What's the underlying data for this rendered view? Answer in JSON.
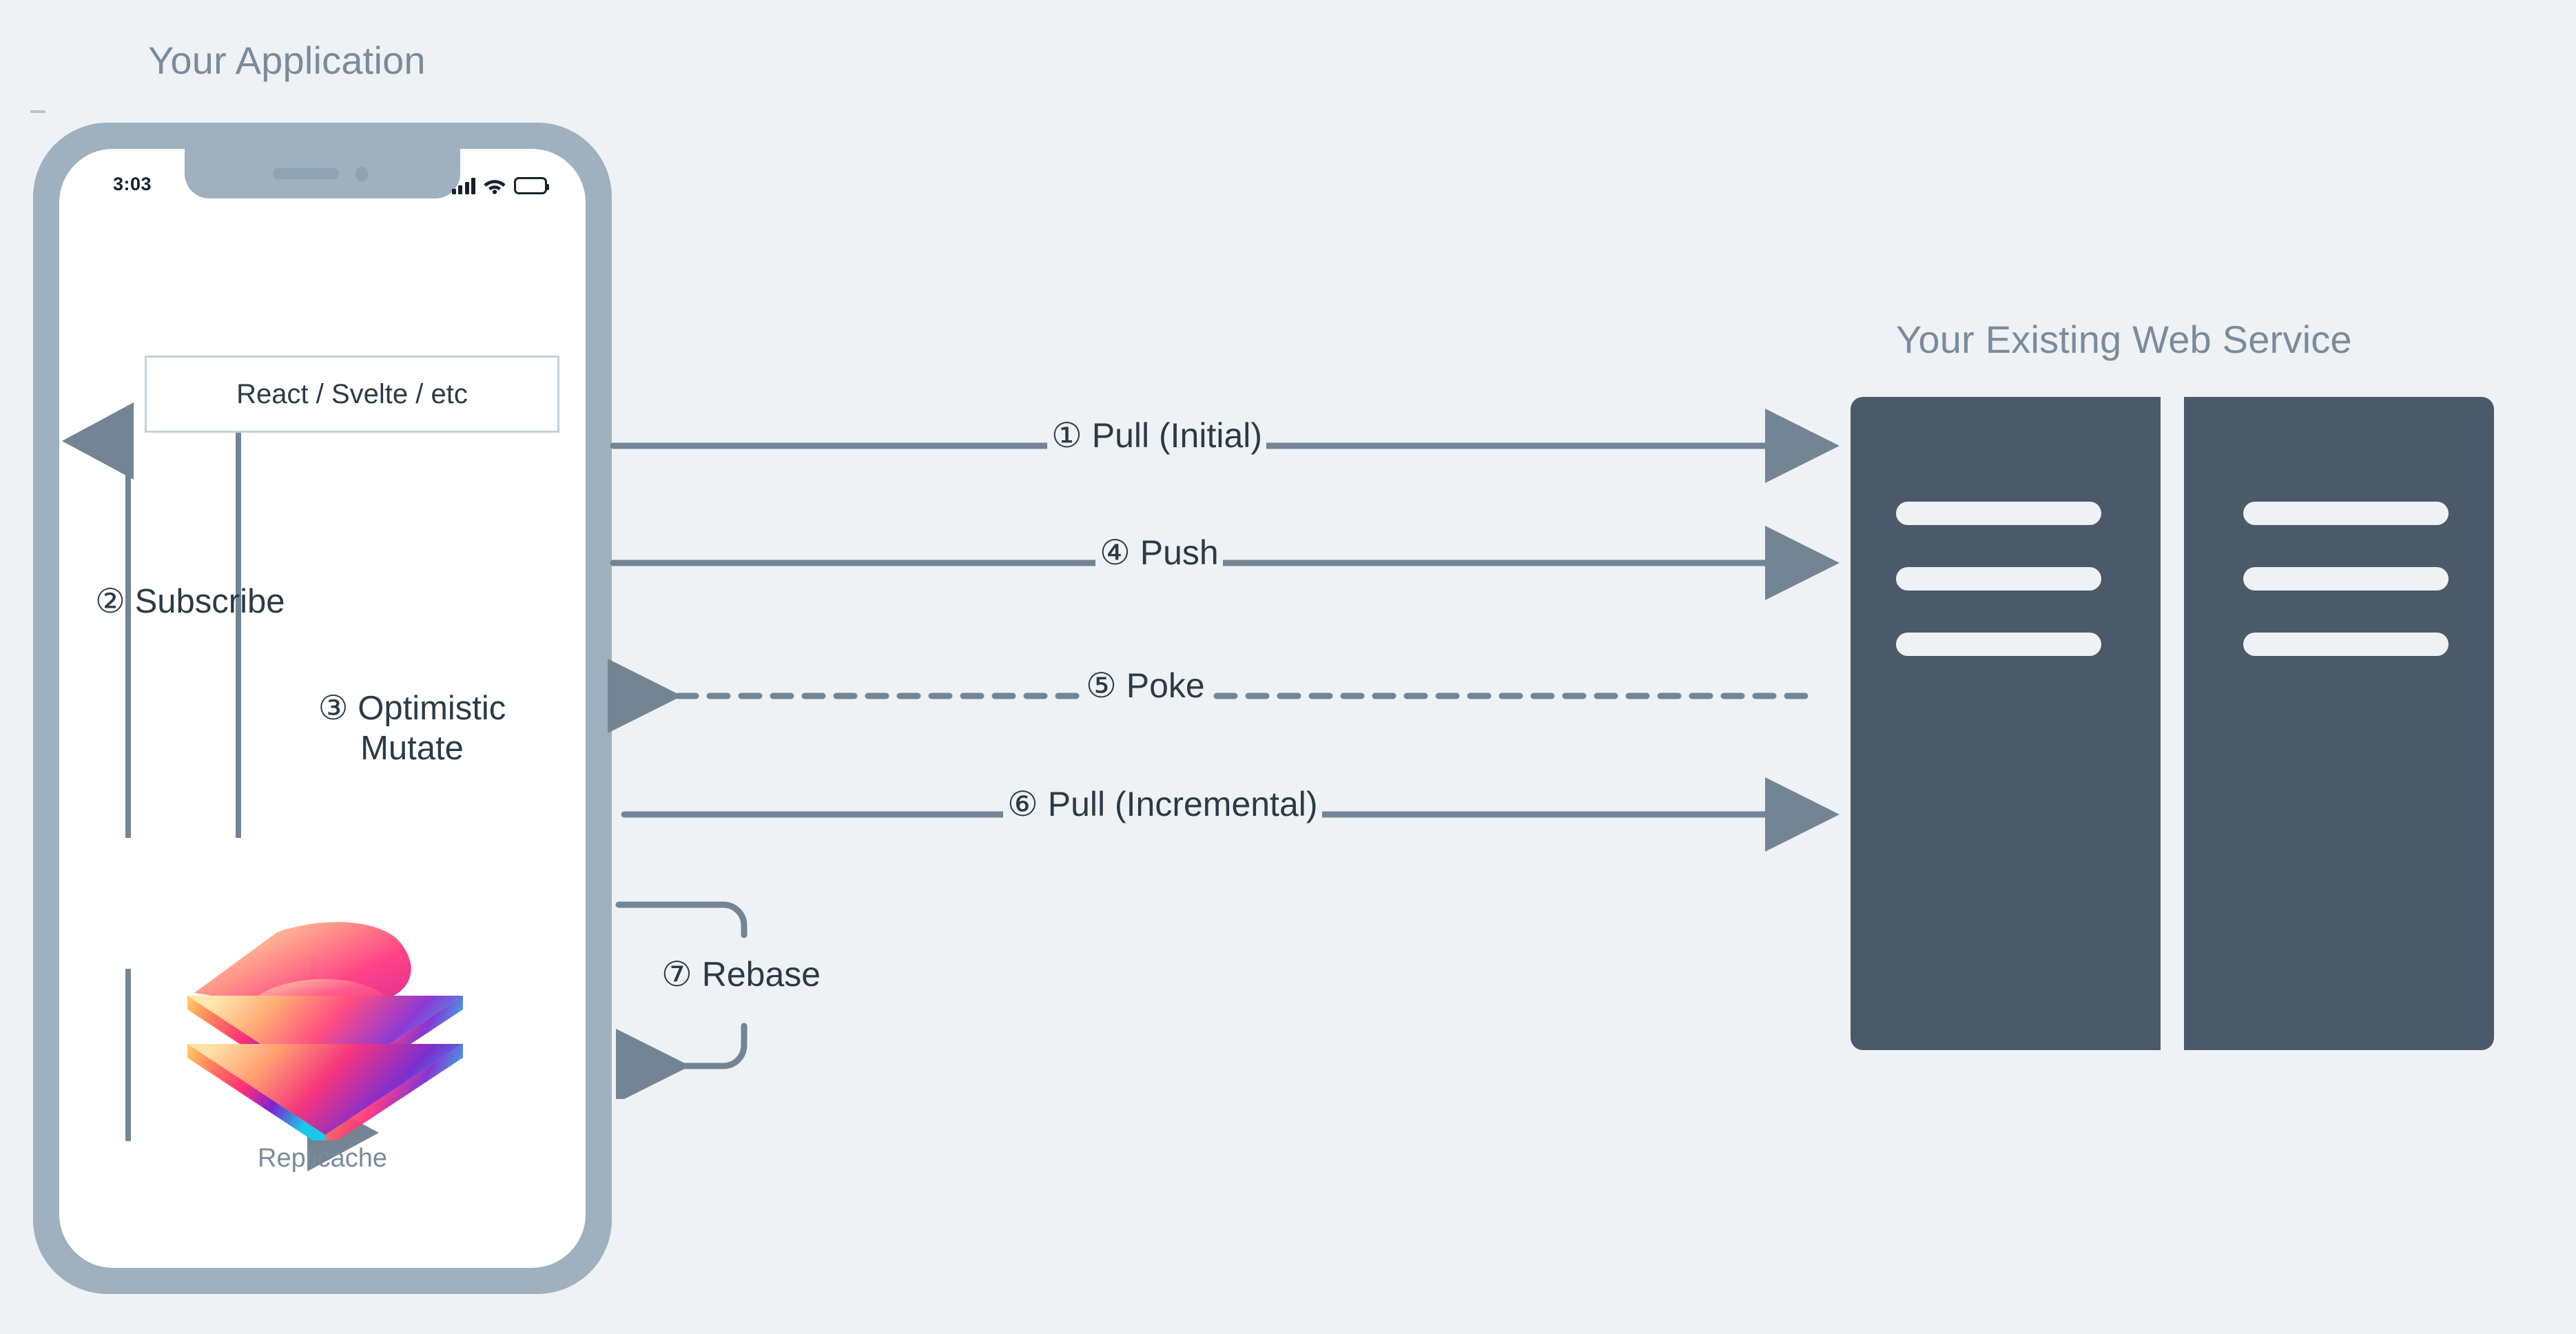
{
  "colors": {
    "background": "#eef2f5",
    "phone_frame": "#9fb0be",
    "phone_screen": "#ffffff",
    "heading_text": "#7a8b9b",
    "body_text": "#2c3a47",
    "arrow": "#738594",
    "server_fill": "#4b5a68",
    "server_bar": "#eef2f5",
    "box_border": "#c3d0da"
  },
  "app": {
    "heading": "Your Application",
    "phone": {
      "status_time": "3:03",
      "status_icons": [
        "signal-icon",
        "wifi-icon",
        "battery-icon"
      ],
      "framework_box_label": "React / Svelte / etc",
      "logo_caption": "Replicache"
    },
    "inner_flows": [
      {
        "id": "subscribe",
        "number": "②",
        "label": "Subscribe",
        "direction": "up"
      },
      {
        "id": "optimistic-mutate",
        "number": "③",
        "label": "Optimistic Mutate",
        "direction": "down"
      }
    ]
  },
  "service": {
    "heading": "Your Existing Web Service",
    "racks": [
      {
        "id": "rack-left",
        "bars": 3
      },
      {
        "id": "rack-right",
        "bars": 3
      }
    ]
  },
  "flows": [
    {
      "id": "pull-initial",
      "number": "①",
      "label": "Pull (Initial)",
      "full": "① Pull (Initial)",
      "direction": "right",
      "style": "solid"
    },
    {
      "id": "push",
      "number": "④",
      "label": "Push",
      "full": "④ Push",
      "direction": "right",
      "style": "solid"
    },
    {
      "id": "poke",
      "number": "⑤",
      "label": "Poke",
      "full": "⑤ Poke",
      "direction": "left",
      "style": "dashed"
    },
    {
      "id": "pull-incremental",
      "number": "⑥",
      "label": "Pull (Incremental)",
      "full": "⑥ Pull (Incremental)",
      "direction": "right",
      "style": "solid"
    },
    {
      "id": "rebase",
      "number": "⑦",
      "label": "Rebase",
      "full": "⑦ Rebase",
      "direction": "loop-left",
      "style": "solid"
    }
  ]
}
